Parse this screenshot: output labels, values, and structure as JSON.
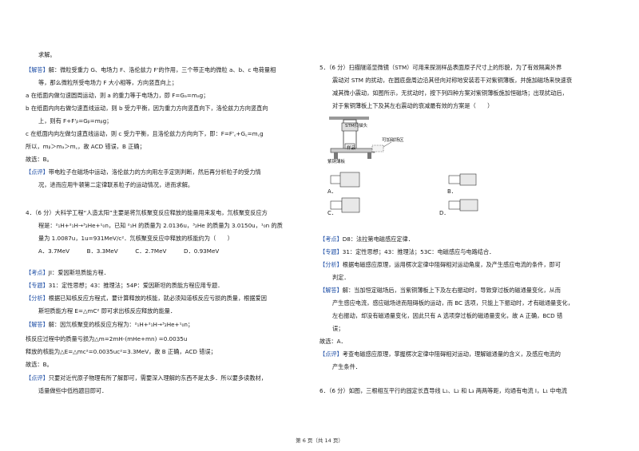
{
  "left": {
    "lines": [
      "求解。",
      "【解答】解：微粒受重力 G、电场力 F、洛伦兹力 F'的作用，三个带正电的微粒 a、b、c 电荷量相",
      "等，那么微粒所受电场力 F 大小相等，方向竖直向上；",
      "a 在纸面内做匀速圆周运动，则 a 的重力等于电场力，即 F=Gₐ=mₐg；",
      "b 在纸面内向右做匀速直线运动，则 b 受力平衡，因为重力方向竖直向下，洛伦兹力方向竖直向",
      "上，则有 F+F'ᵦ=Gᵦ=mᵦg；",
      "c 在纸面内向左做匀速直线运动，则 c 受力平衡，且洛伦兹力方向向下，即：F=F'꜀+G꜀=m꜀g",
      "所以，mᵦ＞mₐ＞m꜀，故 ACD 错误，B 正确；",
      "故选：B。",
      "【点评】带电粒子在磁场中运动，洛伦兹力的方向用左手定则判断，然后再分析粒子的受力情",
      "况，进而应用牛顿第二定律联系粒子的运动情况，进而求解。",
      "4．（6 分）大科学工程“人造太阳”主要是将氘核聚变反应释放的能量用来发电，氘核聚变反应方",
      "程是：²₁H+²₁H→³₂He+¹₀n，已知 ²₁H 的质量为 2.0136u，³₂He 的质量为 3.0150u，¹₀n 的质",
      "量为 1.0087u，1u=931MeV/c²．氘核聚变反应中释放的核能约为（　　）",
      "A．3.7MeV　　　B．3.3MeV　　　C．2.7MeV　　　D．0.93MeV",
      "【考点】JI：爱因斯坦质能方程．",
      "【专题】31：定性思想；43：推理法；54P：爱因斯坦的质能方程应用专题．",
      "【分析】根据已知核反应方程式，要计算释放的核能，就必须知道核反应亏损的质量，根据爱因",
      "斯坦质能方程 E=△mC² 即可求出核反应释放的能量．",
      "【解答】解：因氘核聚变的核反应方程为：²₁H+²₁H→³₂He+¹₀n；",
      "核反应过程中的质量亏损为△m=2mH-(mHe+mn) =0.0035u",
      "释放的核能为△E=△mc²=0.0035uc²=3.3MeV，故 B 正确，ACD 错误；",
      "故选：B。",
      "【点评】只要对近代原子物理有所了解即可，需要深入理解的东西不是太多．所以要多读教材，",
      "适量做些中低档题目即可．"
    ]
  },
  "right": {
    "lines": [
      "5．（6 分）扫描隧道显微镜（STM）可用来探测样品表面原子尺寸上的形貌，为了有效隔离外界",
      "震动对 STM 的扰动，在圆底盘周边沿其径向对称地安装若干对紫铜薄板，并施加磁场来快速衰",
      "减其微小震动，如图所示，无扰动时，按下列四种方案对紫铜薄板施加恒磁场；出现扰动后，",
      "对于紫铜薄板上下及其左右震动的衰减最有效的方案是（　　）",
      "【考点】D8：法拉第电磁感应定律．",
      "【专题】31：定性思想；43：推理法；53C：电磁感应与电路结合．",
      "【分析】根据电磁感应原理，运用楞次定律中阻碍相对运动角度，及产生感应电流的条件，即可",
      "判定．",
      "【解答】解：当加恒定磁场后，当紫铜薄板上下及左右振动时，导致穿过板的磁通量变化，从而",
      "产生感应电流，感应磁场进而阻碍板的运动，而 BC 选项，只能上下振动时，才有磁通量变化，",
      "左右振动，却没有磁通量变化，因此只有 A 选项穿过板的磁通量变化，故 A 正确，BCD 错",
      "误；",
      "故选：A．",
      "【点评】考查电磁感应原理，掌握楞次定律中阻碍相对运动，理解磁通量的含义，及感应电流的",
      "产生条件．",
      "6．（6 分）如图，三根相互平行的固定长直导线 L₁、L₂ 和 L₃ 两两等距，均通有电流 I，L₁ 中电流"
    ],
    "figure_labels": {
      "stm": "STM扫描头",
      "sample": "样品",
      "magnetic": "可加磁场区",
      "plate": "紫铜薄板",
      "opts": [
        "A．",
        "B．",
        "C．",
        "D．"
      ]
    }
  },
  "footer": "第 6 页（共 14 页）"
}
